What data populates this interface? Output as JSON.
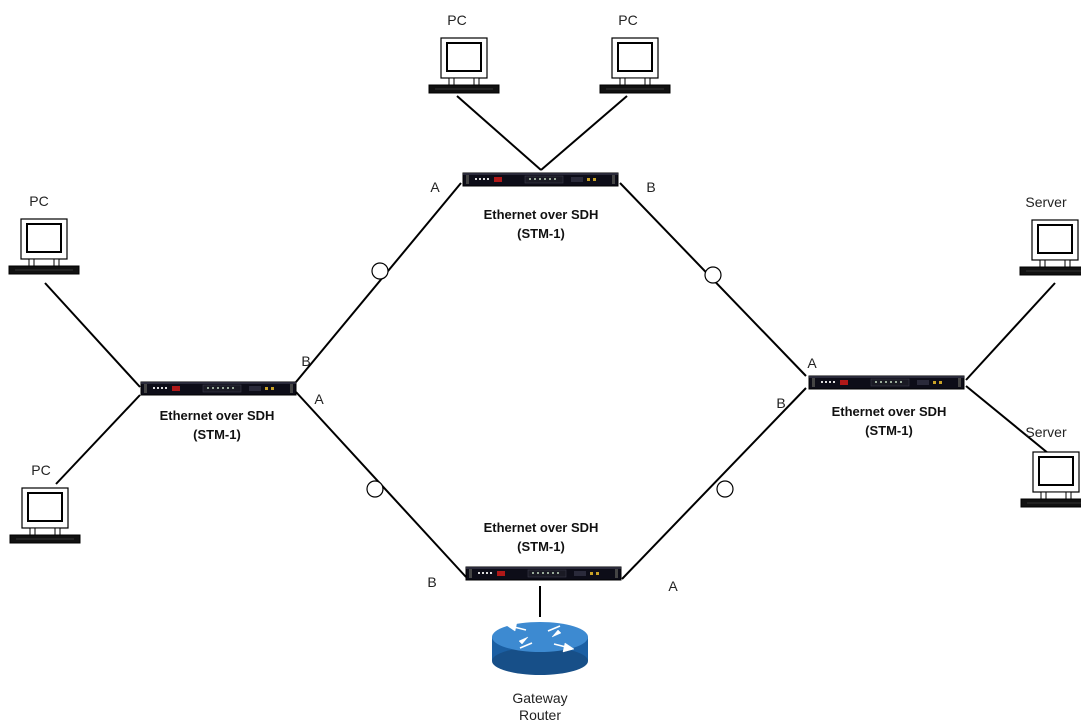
{
  "devices": [
    {
      "label_line1": "Ethernet over SDH",
      "label_line2": "(STM-1)"
    },
    {
      "label_line1": "Ethernet over SDH",
      "label_line2": "(STM-1)"
    },
    {
      "label_line1": "Ethernet over SDH",
      "label_line2": "(STM-1)"
    },
    {
      "label_line1": "Ethernet over SDH",
      "label_line2": "(STM-1)"
    }
  ],
  "computers": [
    {
      "label": "PC"
    },
    {
      "label": "PC"
    },
    {
      "label": "PC"
    },
    {
      "label": "PC"
    },
    {
      "label": "Server"
    },
    {
      "label": "Server"
    }
  ],
  "ports": {
    "top_a": "A",
    "top_b": "B",
    "left_b": "B",
    "left_a": "A",
    "right_a": "A",
    "right_b": "B",
    "bottom_b": "B",
    "bottom_a": "A"
  },
  "router": {
    "label_line1": "Gateway",
    "label_line2": "Router"
  }
}
